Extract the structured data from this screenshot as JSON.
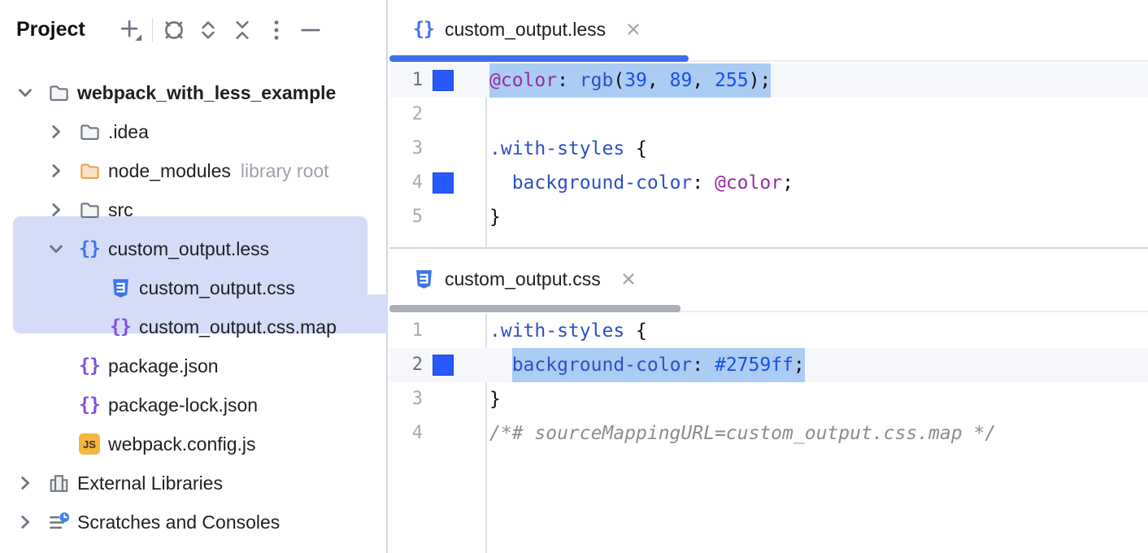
{
  "panel": {
    "title": "Project",
    "toolbar": [
      {
        "icon": "plus"
      },
      {
        "icon": "separator"
      },
      {
        "icon": "locate"
      },
      {
        "icon": "expand-all"
      },
      {
        "icon": "collapse-all"
      },
      {
        "icon": "more"
      },
      {
        "icon": "hide"
      }
    ]
  },
  "tree": {
    "items": [
      {
        "label": "webpack_with_less_example",
        "icon": "folder",
        "chevron": "down",
        "level": 0,
        "bold": true
      },
      {
        "label": ".idea",
        "icon": "folder",
        "chevron": "right",
        "level": 1
      },
      {
        "label": "node_modules",
        "icon": "folder-orange",
        "chevron": "right",
        "level": 1,
        "badge": "library root"
      },
      {
        "label": "src",
        "icon": "folder",
        "chevron": "right",
        "level": 1
      },
      {
        "label": "custom_output.less",
        "icon": "braces-blue",
        "chevron": "down",
        "level": 1,
        "selected": true
      },
      {
        "label": "custom_output.css",
        "icon": "css",
        "chevron": "",
        "level": 2,
        "selected": true
      },
      {
        "label": "custom_output.css.map",
        "icon": "braces-purple",
        "chevron": "",
        "level": 2,
        "selected": true
      },
      {
        "label": "package.json",
        "icon": "braces-purple",
        "chevron": "",
        "level": 1
      },
      {
        "label": "package-lock.json",
        "icon": "braces-purple",
        "chevron": "",
        "level": 1
      },
      {
        "label": "webpack.config.js",
        "icon": "js",
        "chevron": "",
        "level": 1
      },
      {
        "label": "External Libraries",
        "icon": "libraries",
        "chevron": "right",
        "level": 0
      },
      {
        "label": "Scratches and Consoles",
        "icon": "scratches",
        "chevron": "right",
        "level": 0
      }
    ]
  },
  "editors": [
    {
      "tab": {
        "icon": "braces-blue",
        "label": "custom_output.less",
        "underline": "blue"
      },
      "lines": [
        {
          "num": "1",
          "caret": true,
          "swatch": true,
          "sel": [
            0,
            25
          ],
          "tokens": [
            [
              "@color",
              "var"
            ],
            [
              ": ",
              "plain"
            ],
            [
              "rgb",
              "blue"
            ],
            [
              "(",
              "plain"
            ],
            [
              "39",
              "num"
            ],
            [
              ", ",
              "plain"
            ],
            [
              "89",
              "num"
            ],
            [
              ", ",
              "plain"
            ],
            [
              "255",
              "num"
            ],
            [
              ");",
              "plain"
            ]
          ]
        },
        {
          "num": "2",
          "tokens": []
        },
        {
          "num": "3",
          "tokens": [
            [
              ".with-styles",
              "blue"
            ],
            [
              " {",
              "plain"
            ]
          ]
        },
        {
          "num": "4",
          "swatch": true,
          "tokens": [
            [
              "  ",
              "plain"
            ],
            [
              "background-color",
              "blue"
            ],
            [
              ": ",
              "plain"
            ],
            [
              "@color",
              "var"
            ],
            [
              ";",
              "plain"
            ]
          ]
        },
        {
          "num": "5",
          "tokens": [
            [
              "}",
              "plain"
            ]
          ]
        }
      ]
    },
    {
      "tab": {
        "icon": "css",
        "label": "custom_output.css",
        "underline": "gray"
      },
      "lines": [
        {
          "num": "1",
          "tokens": [
            [
              ".with-styles",
              "blue"
            ],
            [
              " {",
              "plain"
            ]
          ]
        },
        {
          "num": "2",
          "caret": true,
          "swatch": true,
          "sel": [
            2,
            28
          ],
          "tokens": [
            [
              "  ",
              "plain"
            ],
            [
              "background-color",
              "blue"
            ],
            [
              ": ",
              "plain"
            ],
            [
              "#2759ff",
              "num"
            ],
            [
              ";",
              "plain"
            ]
          ]
        },
        {
          "num": "3",
          "tokens": [
            [
              "}",
              "plain"
            ]
          ]
        },
        {
          "num": "4",
          "tokens": [
            [
              "/*# sourceMappingURL=custom_output.css.map */",
              "comment"
            ]
          ]
        }
      ]
    }
  ],
  "colors": {
    "accent_blue": "#3d6fe5",
    "swatch_color": "#2759ff",
    "tree_selection": "#d5dcf7",
    "code_selection": "#abccf3",
    "less_token_variable": "#992ba5",
    "token_blue": "#2b50c4",
    "token_number": "#1750eb",
    "comment_gray": "#8a8c90",
    "folder_orange": "#E8A44E"
  }
}
